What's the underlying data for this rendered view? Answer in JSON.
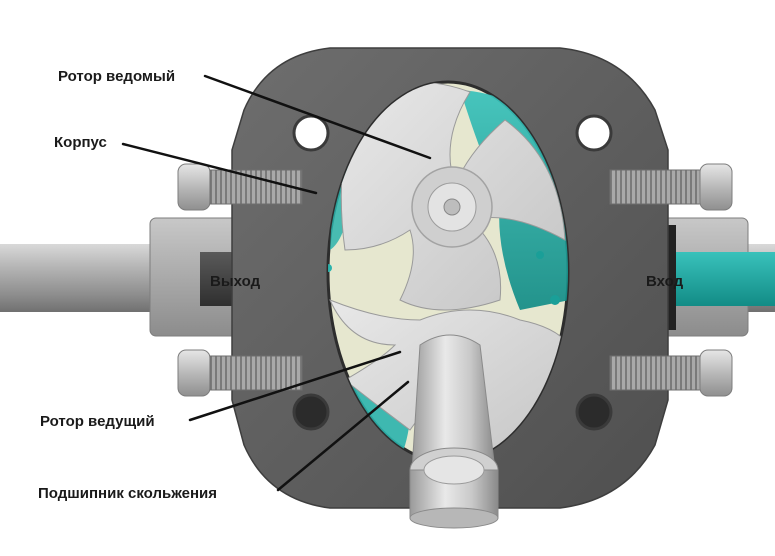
{
  "labels": {
    "driven_rotor": "Ротор ведомый",
    "housing": "Корпус",
    "outlet": "Выход",
    "inlet": "Вход",
    "drive_rotor": "Ротор ведущий",
    "bearing": "Подшипник скольжения"
  },
  "colors": {
    "housing": "#5f5f5f",
    "pipe": "#a7a7a7",
    "rotor": "#d9d9d9",
    "cavity_fluid_pale": "#e6e7cf",
    "fluid_teal": "#1faea7",
    "background": "#ffffff"
  }
}
